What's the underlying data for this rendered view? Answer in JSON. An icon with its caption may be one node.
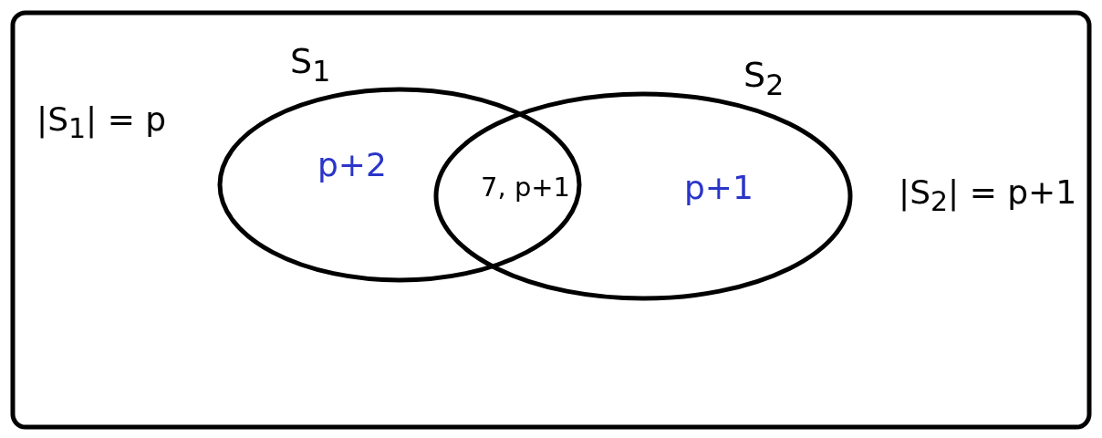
{
  "diagram": {
    "nodes": [
      {
        "text": [],
        "shape": "box"
      },
      {
        "text": [
          "S$_{1}$",
          "p+2"
        ],
        "in": 0
      },
      {
        "text": [
          "S$_{2}$",
          "p+1"
        ],
        "in": 0
      }
    ],
    "labels": [
      "|S$_{1}$| = p",
      "7, p+1",
      "|S$_{2}$| = p+1"
    ]
  }
}
